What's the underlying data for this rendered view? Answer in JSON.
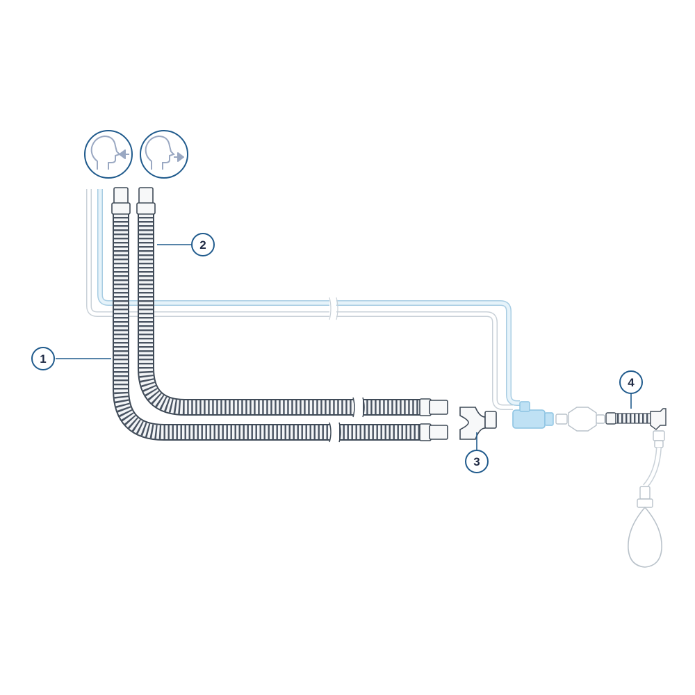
{
  "callouts": [
    {
      "label": "1"
    },
    {
      "label": "2"
    },
    {
      "label": "3"
    },
    {
      "label": "4"
    }
  ],
  "icons": [
    {
      "name": "inspiration-icon",
      "arrow": "toward-patient"
    },
    {
      "name": "expiration-icon",
      "arrow": "away-from-patient"
    }
  ],
  "colors": {
    "navy": "#1f5a8c",
    "tube_dark": "#3f4a57",
    "tube_light": "#c5d2dc",
    "sensor_blue": "#bfe1f4",
    "sensor_line": "#a8cde3",
    "gas_line": "#c9d1d8",
    "text": "#1f2a44"
  }
}
